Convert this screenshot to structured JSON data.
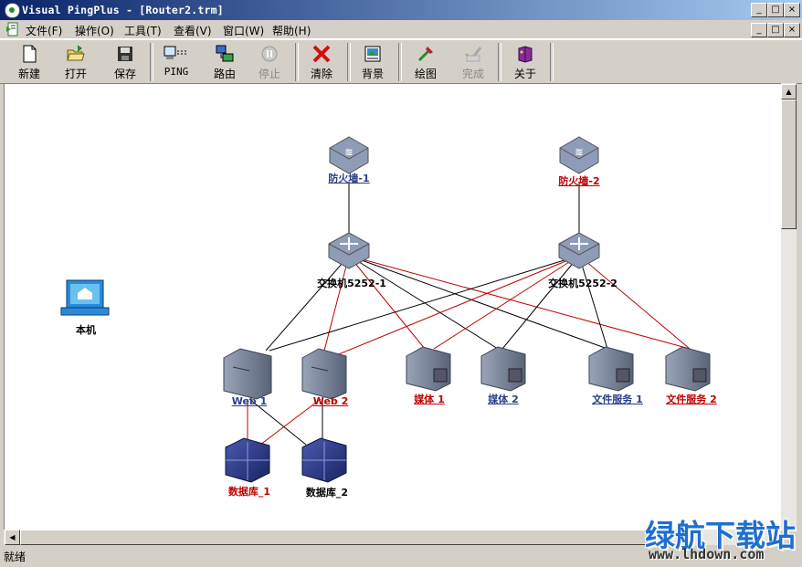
{
  "window": {
    "title": "Visual PingPlus - [Router2.trm]",
    "buttons": {
      "minimize": "_",
      "maximize": "□",
      "close": "×"
    }
  },
  "menu": {
    "items": [
      "文件(F)",
      "操作(O)",
      "工具(T)",
      "查看(V)",
      "窗口(W)",
      "帮助(H)"
    ]
  },
  "toolbar": {
    "new": "新建",
    "open": "打开",
    "save": "保存",
    "ping": "PING",
    "route": "路由",
    "stop": "停止",
    "clear": "清除",
    "background": "背景",
    "draw": "绘图",
    "finish": "完成",
    "about": "关于"
  },
  "canvas": {
    "labels": {
      "firewall1": "防火墙-1",
      "firewall2": "防火墙-2",
      "switch1": "交换机5252-1",
      "switch2": "交换机5252-2",
      "localhost": "本机",
      "web1": "Web 1",
      "web2": "Web 2",
      "media1": "媒体 1",
      "media2": "媒体 2",
      "fileserver1": "文件服务 1",
      "fileserver2": "文件服务 2",
      "db1": "数据库_1",
      "db2": "数据库_2"
    },
    "colors": {
      "link_black": "#000000",
      "link_red": "#c00000",
      "label_blue": "#2a3f8a",
      "label_red": "#c00000"
    }
  },
  "status": {
    "text": "就绪"
  },
  "watermark": {
    "name": "绿航下载站",
    "url": "www.lhdown.com"
  }
}
